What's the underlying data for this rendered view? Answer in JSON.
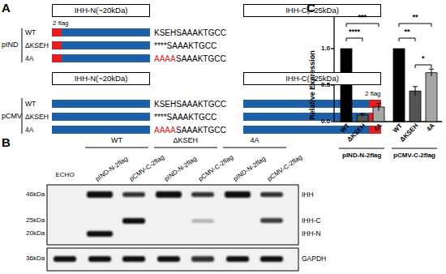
{
  "diagram": {
    "nodes": [
      {
        "text": [
          "IHH-N(~20kDa)"
        ]
      },
      {
        "text": [
          "IHH-C(~25kDa)"
        ]
      },
      {
        "text": [
          "IHH-N(~20kDa)"
        ]
      },
      {
        "text": [
          "IHH-C(~25kDa)"
        ]
      }
    ],
    "labels": [
      "A",
      "2 flag",
      "pIND",
      "WT",
      "ΔKSEH",
      "4A",
      "KSEHSAAAKTGCC",
      "****SAAAKTGCC",
      "AAAA",
      "SAAAKTGCC",
      "2 flag",
      "pCMV",
      "WT",
      "ΔKSEH",
      "4A",
      "KSEHSAAAKTGCC",
      "****SAAAKTGCC",
      "AAAA",
      "SAAAKTGCC",
      "B",
      "ECHO",
      "WT",
      "ΔKSEH",
      "4A",
      "pIND-N-2flag",
      "pCMV-C-2flag",
      "pIND-N-2flag",
      "pCMV-C-2flag",
      "pIND-N-2flag",
      "pCMV-C-2flag",
      "46kDa",
      "25kDa",
      "20kDa",
      "36kDa",
      "IHH",
      "IHH-C",
      "IHH-N",
      "GAPDH",
      "C",
      "Relative Expression",
      "1.0",
      "0.5",
      "0.0",
      "****",
      "***",
      "**",
      "**",
      "*",
      "WT",
      "ΔKSEH",
      "4A",
      "WT",
      "ΔKSEH",
      "4A",
      "pIND-N-2flag",
      "pCMV-C-2flag"
    ]
  }
}
